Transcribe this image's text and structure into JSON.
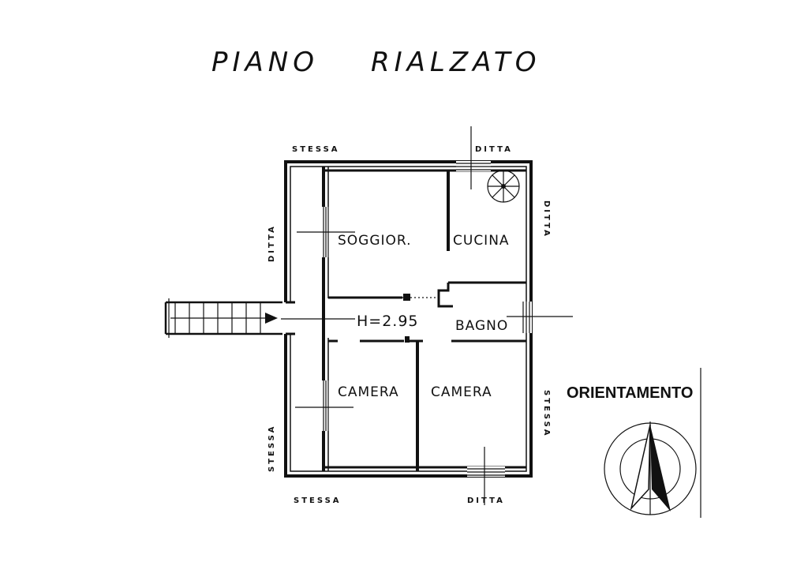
{
  "title": {
    "word1": "PIANO",
    "word2": "RIALZATO"
  },
  "rooms": {
    "living": "SOGGIOR.",
    "kitchen": "CUCINA",
    "bath": "BAGNO",
    "bedroom_left": "CAMERA",
    "bedroom_right": "CAMERA"
  },
  "height_label": "H=2.95",
  "boundaries": {
    "top_left": "STESSA",
    "top_right": "DITTA",
    "left_upper": "DITTA",
    "right_upper": "DITTA",
    "left_lower": "STESSA",
    "right_lower": "STESSA",
    "bottom_left": "STESSA",
    "bottom_right": "DITTA"
  },
  "compass": {
    "label": "ORIENTAMENTO"
  },
  "colors": {
    "ink": "#111111",
    "paper": "#ffffff"
  }
}
